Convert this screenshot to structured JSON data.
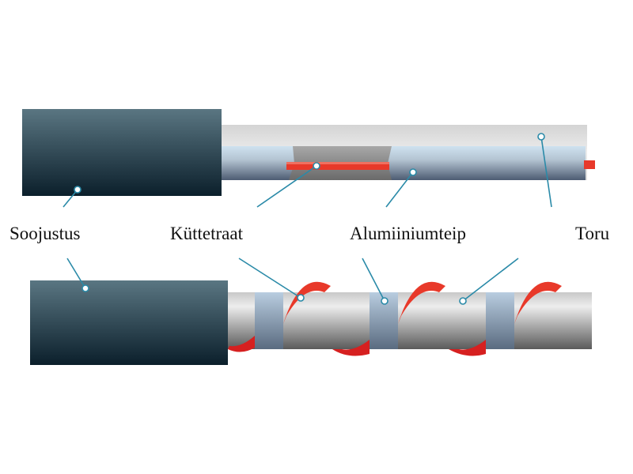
{
  "labels": {
    "insulation": "Soojustus",
    "heating_wire": "Küttetraat",
    "aluminium_tape": "Alumiiniumteip",
    "pipe": "Toru"
  },
  "colors": {
    "leader_line": "#2a8aa8",
    "heating_wire": "#e8392a",
    "insulation_dark": "#0b1f2b",
    "insulation_light": "#5a7682"
  }
}
